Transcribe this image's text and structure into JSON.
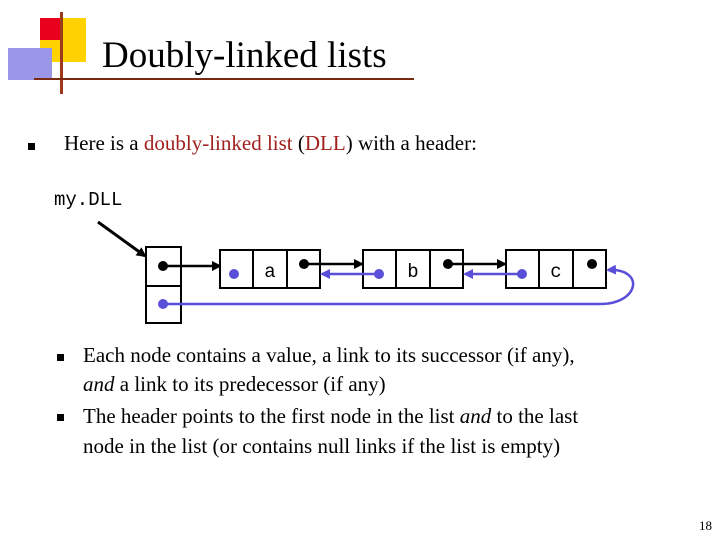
{
  "slide": {
    "title": "Doubly-linked lists",
    "intro": {
      "prefix": "Here is a ",
      "term": "doubly-linked list",
      "paren_open": " (",
      "abbr": "DLL",
      "paren_close": ")",
      "suffix": " with a header:"
    },
    "bullets": [
      {
        "line1": "Each node contains a value, a link to its successor (if any),",
        "line2_em": "and",
        "line2_rest": " a link to its predecessor (if any)"
      },
      {
        "line1_pre": "The header points to the first node in the list ",
        "line1_em": "and",
        "line1_post": " to the last",
        "line2": "node in the list (or contains null links if the list is empty)"
      }
    ],
    "page_number": "18"
  },
  "diagram": {
    "variable_label": "my.DLL",
    "nodes": [
      {
        "value": "a"
      },
      {
        "value": "b"
      },
      {
        "value": "c"
      }
    ]
  },
  "colors": {
    "arrow_blue": "#5a4fd8",
    "term_red": "#a0201e",
    "logo_yellow": "#ffd200",
    "logo_red": "#e8001c",
    "logo_purple": "#9a96e8"
  }
}
